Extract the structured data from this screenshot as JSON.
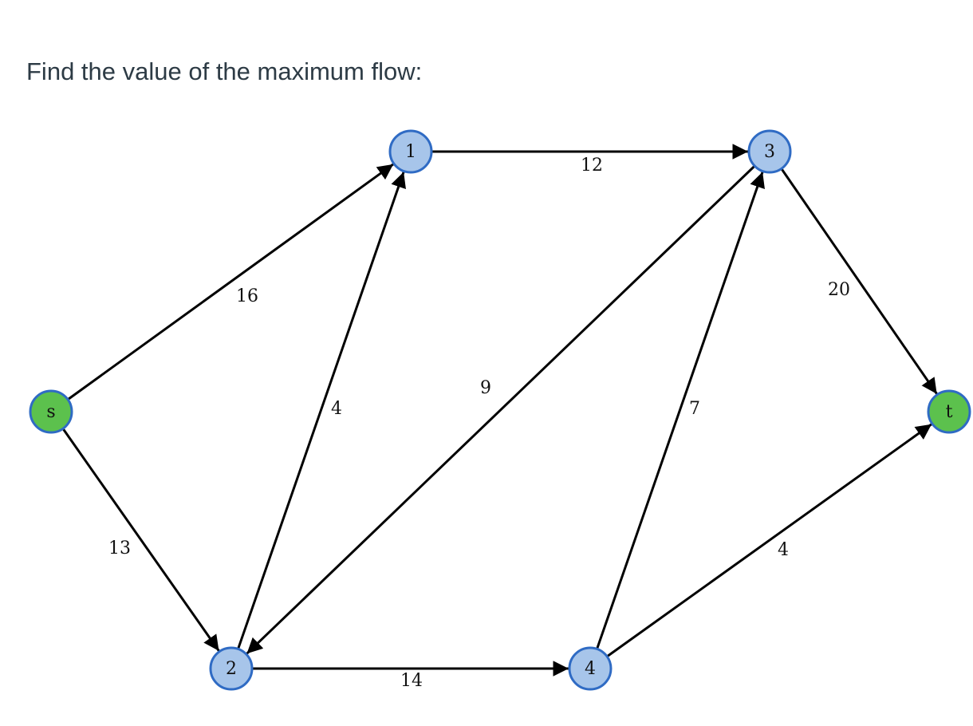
{
  "question": "Find the value of the maximum flow:",
  "colors": {
    "source_sink": "#5cc14d",
    "internal": "#a7c5ea",
    "node_stroke": "#2f6bc4",
    "edge": "#000000"
  },
  "nodes": [
    {
      "id": "s",
      "label": "s",
      "kind": "source_sink"
    },
    {
      "id": "1",
      "label": "1",
      "kind": "internal"
    },
    {
      "id": "2",
      "label": "2",
      "kind": "internal"
    },
    {
      "id": "3",
      "label": "3",
      "kind": "internal"
    },
    {
      "id": "4",
      "label": "4",
      "kind": "internal"
    },
    {
      "id": "t",
      "label": "t",
      "kind": "source_sink"
    }
  ],
  "edges": [
    {
      "from": "s",
      "to": "1",
      "capacity": "16"
    },
    {
      "from": "s",
      "to": "2",
      "capacity": "13"
    },
    {
      "from": "2",
      "to": "1",
      "capacity": "4"
    },
    {
      "from": "1",
      "to": "3",
      "capacity": "12"
    },
    {
      "from": "3",
      "to": "2",
      "capacity": "9"
    },
    {
      "from": "2",
      "to": "4",
      "capacity": "14"
    },
    {
      "from": "4",
      "to": "3",
      "capacity": "7"
    },
    {
      "from": "3",
      "to": "t",
      "capacity": "20"
    },
    {
      "from": "4",
      "to": "t",
      "capacity": "4"
    }
  ]
}
